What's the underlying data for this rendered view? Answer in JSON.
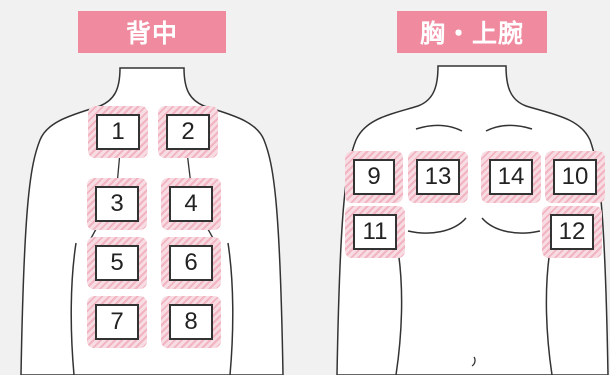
{
  "panels": {
    "back": {
      "title": "背中"
    },
    "front": {
      "title": "胸・上腕"
    }
  },
  "spots": {
    "s1": "1",
    "s2": "2",
    "s3": "3",
    "s4": "4",
    "s5": "5",
    "s6": "6",
    "s7": "7",
    "s8": "8",
    "s9": "9",
    "s10": "10",
    "s11": "11",
    "s12": "12",
    "s13": "13",
    "s14": "14"
  },
  "colors": {
    "background": "#f1f1f1",
    "tag": "#ef8a9f",
    "hatch": "#f1b4c0",
    "body_fill": "#ffffff",
    "line": "#333333"
  }
}
